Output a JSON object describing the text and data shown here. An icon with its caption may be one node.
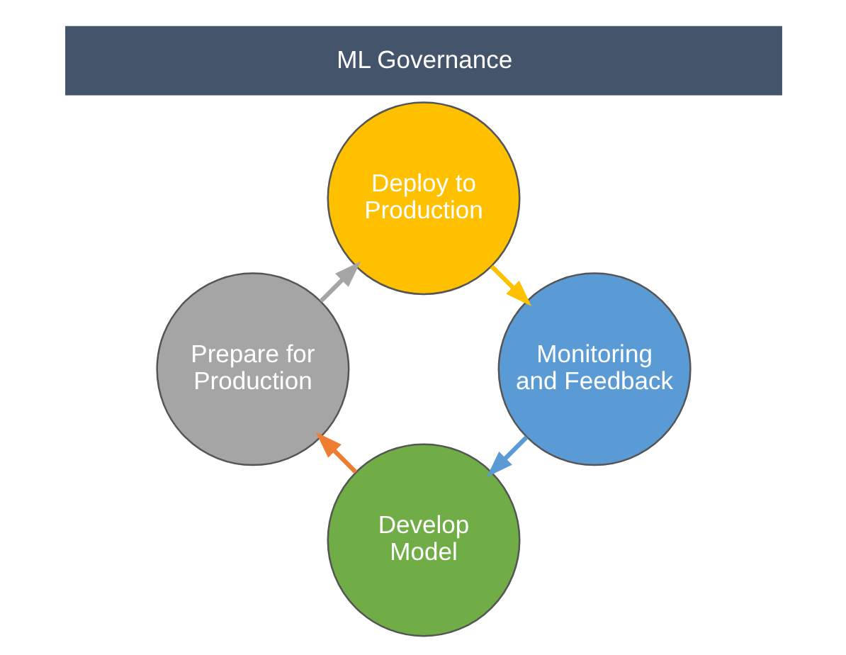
{
  "diagram": {
    "title": "ML Governance",
    "nodes": [
      {
        "text": [
          "Develop Model"
        ]
      },
      {
        "text": [
          "Prepare for Production"
        ]
      },
      {
        "text": [
          "Deploy to Production"
        ]
      },
      {
        "text": [
          "Monitoring and Feedback"
        ]
      }
    ],
    "edges": [
      {
        "from": 0,
        "to": 1,
        "arrow": "to",
        "color": "#ed7d31"
      },
      {
        "from": 1,
        "to": 2,
        "arrow": "to",
        "color": "#a5a5a5"
      },
      {
        "from": 2,
        "to": 3,
        "arrow": "to",
        "color": "#ffc000"
      },
      {
        "from": 3,
        "to": 0,
        "arrow": "to",
        "color": "#5b9bd5"
      }
    ]
  }
}
